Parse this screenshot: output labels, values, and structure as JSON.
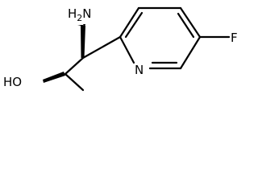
{
  "structure": {
    "atoms": {
      "amino": {
        "symbol": "H",
        "subscript": "2",
        "element": "N"
      },
      "hydroxyl": {
        "text": "HO"
      },
      "ring_nitrogen": {
        "text": "N"
      },
      "fluorine": {
        "text": "F"
      }
    },
    "colors": {
      "ink": "#000000",
      "background": "#ffffff"
    }
  }
}
